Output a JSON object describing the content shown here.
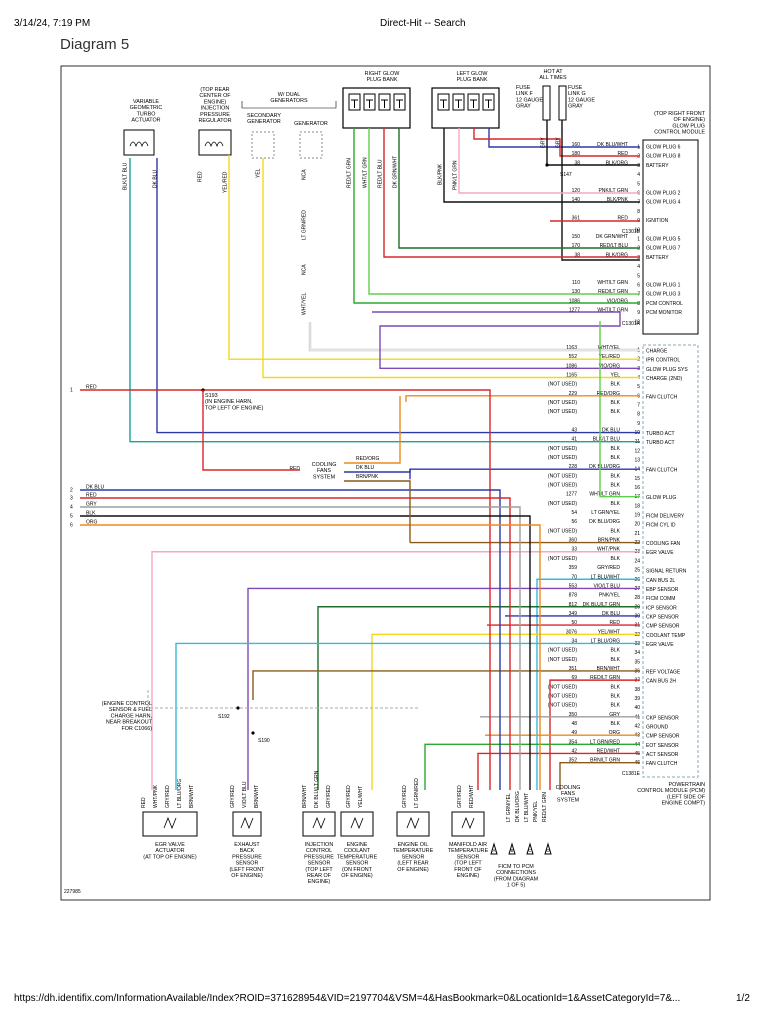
{
  "header": {
    "datetime": "3/14/24, 7:19 PM",
    "page_title": "Direct-Hit -- Search"
  },
  "diagram_title": "Diagram 5",
  "footer": {
    "url": "https://dh.identifix.com/InformationAvailable/Index?ROID=371628954&VID=2197704&VSM=4&HasBookmark=0&LocationId=1&AssetCategoryId=7&...",
    "page": "1/2",
    "diagram_id": "227985"
  },
  "top_components": {
    "vgt": [
      "VARIABLE",
      "GEOMETRIC",
      "TURBO",
      "ACTUATOR"
    ],
    "ipr": [
      "(TOP REAR",
      "CENTER OF",
      "ENGINE)",
      "INJECTION",
      "PRESSURE",
      "REGULATOR"
    ],
    "dual_gen": [
      "W/ DUAL",
      "GENERATORS"
    ],
    "sec_gen": [
      "SECONDARY",
      "GENERATOR"
    ],
    "gen": "GENERATOR",
    "right_glow": [
      "RIGHT GLOW",
      "PLUG BANK"
    ],
    "left_glow": [
      "LEFT GLOW",
      "PLUG BANK"
    ],
    "hot": [
      "HOT AT",
      "ALL TIMES"
    ],
    "fuse_f": [
      "FUSE",
      "LINK F",
      "12 GAUGE",
      "GRAY"
    ],
    "fuse_g": [
      "FUSE",
      "LINK G",
      "12 GAUGE",
      "GRAY"
    ],
    "gpcm": [
      "(TOP RIGHT FRONT",
      "OF ENGINE)",
      "GLOW PLUG",
      "CONTROL MODULE"
    ]
  },
  "vertical_labels": [
    {
      "text": "BLK/LT BLU"
    },
    {
      "text": "DK BLU"
    },
    {
      "text": "RED"
    },
    {
      "text": "YEL/RED"
    },
    {
      "text": "YEL"
    },
    {
      "text": "NCA"
    },
    {
      "text": "LT GRN/RED"
    },
    {
      "text": "NCA"
    },
    {
      "text": "WHT/YEL"
    },
    {
      "text": "RED/LT GRN"
    },
    {
      "text": "WHT/LT GRN"
    },
    {
      "text": "RED/LT BLU"
    },
    {
      "text": "DK GRN/WHT"
    },
    {
      "text": "BLK/PNK"
    },
    {
      "text": "PNK/LT GRN"
    },
    {
      "text": "GRY"
    },
    {
      "text": "GRY"
    }
  ],
  "glow_rows": [
    {
      "circuit": "160",
      "color": "DK BLU/WHT",
      "pin": "1",
      "func": "GLOW PLUG 6"
    },
    {
      "circuit": "180",
      "color": "RED",
      "pin": "2",
      "func": "GLOW PLUG 8"
    },
    {
      "circuit": "38",
      "color": "BLK/ORG",
      "pin": "3",
      "func": "BATTERY"
    },
    {
      "circuit": "",
      "color": "",
      "pin": "4",
      "func": ""
    },
    {
      "circuit": "",
      "color": "",
      "pin": "5",
      "func": ""
    },
    {
      "circuit": "120",
      "color": "PNK/LT GRN",
      "pin": "6",
      "func": "GLOW PLUG 2"
    },
    {
      "circuit": "140",
      "color": "BLK/PNK",
      "pin": "7",
      "func": "GLOW PLUG 4"
    },
    {
      "circuit": "",
      "color": "",
      "pin": "8",
      "func": ""
    },
    {
      "circuit": "361",
      "color": "RED",
      "pin": "9",
      "func": "IGNITION"
    },
    {
      "circuit": "",
      "color": "",
      "pin": "10",
      "func": ""
    },
    {
      "circuit": "150",
      "color": "DK GRN/WHT",
      "pin": "1",
      "func": "GLOW PLUG 5"
    },
    {
      "circuit": "170",
      "color": "RED/LT BLU",
      "pin": "2",
      "func": "GLOW PLUG 7"
    },
    {
      "circuit": "38",
      "color": "BLK/ORG",
      "pin": "3",
      "func": "BATTERY"
    },
    {
      "circuit": "",
      "color": "",
      "pin": "4",
      "func": ""
    },
    {
      "circuit": "",
      "color": "",
      "pin": "5",
      "func": ""
    },
    {
      "circuit": "110",
      "color": "WHT/LT GRN",
      "pin": "6",
      "func": "GLOW PLUG 1"
    },
    {
      "circuit": "130",
      "color": "RED/LT GRN",
      "pin": "7",
      "func": "GLOW PLUG 3"
    },
    {
      "circuit": "1086",
      "color": "VIO/ORG",
      "pin": "8",
      "func": "PCM CONTROL"
    },
    {
      "circuit": "1277",
      "color": "WHT/LT GRN",
      "pin": "9",
      "func": "PCM MONITOR"
    },
    {
      "circuit": "",
      "color": "",
      "pin": "10",
      "func": ""
    }
  ],
  "conn_labels": [
    "C1301B",
    "C1301A",
    "C1381E",
    "S147"
  ],
  "pcm_rows": [
    {
      "circuit": "1163",
      "color": "WHT/YEL",
      "pin": "1",
      "func": "CHARGE"
    },
    {
      "circuit": "552",
      "color": "YEL/RED",
      "pin": "2",
      "func": "IPR CONTROL"
    },
    {
      "circuit": "1086",
      "color": "VIO/ORG",
      "pin": "3",
      "func": "GLOW PLUG SYS"
    },
    {
      "circuit": "1165",
      "color": "YEL",
      "pin": "4",
      "func": "CHARGE (2ND)"
    },
    {
      "circuit": "(NOT USED)",
      "color": "BLK",
      "pin": "5",
      "func": ""
    },
    {
      "circuit": "229",
      "color": "RED/ORG",
      "pin": "6",
      "func": "FAN CLUTCH"
    },
    {
      "circuit": "(NOT USED)",
      "color": "BLK",
      "pin": "7",
      "func": ""
    },
    {
      "circuit": "(NOT USED)",
      "color": "BLK",
      "pin": "8",
      "func": ""
    },
    {
      "circuit": "",
      "color": "",
      "pin": "9",
      "func": ""
    },
    {
      "circuit": "43",
      "color": "DK BLU",
      "pin": "10",
      "func": "TURBO ACT"
    },
    {
      "circuit": "41",
      "color": "BLK/LT BLU",
      "pin": "11",
      "func": "TURBO ACT"
    },
    {
      "circuit": "(NOT USED)",
      "color": "BLK",
      "pin": "12",
      "func": ""
    },
    {
      "circuit": "(NOT USED)",
      "color": "BLK",
      "pin": "13",
      "func": ""
    },
    {
      "circuit": "228",
      "color": "DK BLU/ORG",
      "pin": "14",
      "func": "FAN CLUTCH"
    },
    {
      "circuit": "(NOT USED)",
      "color": "BLK",
      "pin": "15",
      "func": ""
    },
    {
      "circuit": "(NOT USED)",
      "color": "BLK",
      "pin": "16",
      "func": ""
    },
    {
      "circuit": "1277",
      "color": "WHT/LT GRN",
      "pin": "17",
      "func": "GLOW PLUG"
    },
    {
      "circuit": "(NOT USED)",
      "color": "BLK",
      "pin": "18",
      "func": ""
    },
    {
      "circuit": "54",
      "color": "LT GRN/YEL",
      "pin": "19",
      "func": "FICM DELIVERY"
    },
    {
      "circuit": "56",
      "color": "DK BLU/ORG",
      "pin": "20",
      "func": "FICM CYL ID"
    },
    {
      "circuit": "(NOT USED)",
      "color": "BLK",
      "pin": "21",
      "func": ""
    },
    {
      "circuit": "360",
      "color": "BRN/PNK",
      "pin": "22",
      "func": "COOLING FAN"
    },
    {
      "circuit": "33",
      "color": "WHT/PNK",
      "pin": "23",
      "func": "EGR VALVE"
    },
    {
      "circuit": "(NOT USED)",
      "color": "BLK",
      "pin": "24",
      "func": ""
    },
    {
      "circuit": "359",
      "color": "GRY/RED",
      "pin": "25",
      "func": "SIGNAL RETURN"
    },
    {
      "circuit": "70",
      "color": "LT BLU/WHT",
      "pin": "26",
      "func": "CAN BUS 2L"
    },
    {
      "circuit": "553",
      "color": "VIO/LT BLU",
      "pin": "27",
      "func": "EBP SENSOR"
    },
    {
      "circuit": "878",
      "color": "PNK/YEL",
      "pin": "28",
      "func": "FICM COMM"
    },
    {
      "circuit": "812",
      "color": "DK BLU/LT GRN",
      "pin": "29",
      "func": "ICP SENSOR"
    },
    {
      "circuit": "349",
      "color": "DK BLU",
      "pin": "30",
      "func": "CKP SENSOR"
    },
    {
      "circuit": "50",
      "color": "RED",
      "pin": "31",
      "func": "CMP SENSOR"
    },
    {
      "circuit": "3076",
      "color": "YEL/WHT",
      "pin": "32",
      "func": "COOLANT TEMP"
    },
    {
      "circuit": "34",
      "color": "LT BLU/ORG",
      "pin": "33",
      "func": "EGR VALVE"
    },
    {
      "circuit": "(NOT USED)",
      "color": "BLK",
      "pin": "34",
      "func": ""
    },
    {
      "circuit": "(NOT USED)",
      "color": "BLK",
      "pin": "35",
      "func": ""
    },
    {
      "circuit": "351",
      "color": "BRN/WHT",
      "pin": "36",
      "func": "REF VOLTAGE"
    },
    {
      "circuit": "69",
      "color": "RED/LT GRN",
      "pin": "37",
      "func": "CAN BUS 2H"
    },
    {
      "circuit": "(NOT USED)",
      "color": "BLK",
      "pin": "38",
      "func": ""
    },
    {
      "circuit": "(NOT USED)",
      "color": "BLK",
      "pin": "39",
      "func": ""
    },
    {
      "circuit": "(NOT USED)",
      "color": "BLK",
      "pin": "40",
      "func": ""
    },
    {
      "circuit": "350",
      "color": "GRY",
      "pin": "41",
      "func": "CKP SENSOR"
    },
    {
      "circuit": "48",
      "color": "BLK",
      "pin": "42",
      "func": "GROUND"
    },
    {
      "circuit": "49",
      "color": "ORG",
      "pin": "43",
      "func": "CMP SENSOR"
    },
    {
      "circuit": "354",
      "color": "LT GRN/RED",
      "pin": "44",
      "func": "EOT SENSOR"
    },
    {
      "circuit": "42",
      "color": "RED/WHT",
      "pin": "45",
      "func": "ACT SENSOR"
    },
    {
      "circuit": "352",
      "color": "BRN/LT GRN",
      "pin": "46",
      "func": "FAN CLUTCH"
    }
  ],
  "pcm_label": [
    "POWERTRAIN",
    "CONTROL MODULE (PCM)",
    "(LEFT SIDE OF",
    "ENGINE COMPT)"
  ],
  "left_wires": [
    {
      "num": "1",
      "color": "RED"
    },
    {
      "num": "2",
      "color": "DK BLU"
    },
    {
      "num": "3",
      "color": "RED"
    },
    {
      "num": "4",
      "color": "GRY"
    },
    {
      "num": "5",
      "color": "BLK"
    },
    {
      "num": "6",
      "color": "ORG"
    }
  ],
  "s193": [
    "S193",
    "(IN ENGINE HARN,",
    "TOP LEFT OF ENGINE)"
  ],
  "cooling_fans": {
    "label": [
      "COOLING",
      "FANS",
      "SYSTEM"
    ],
    "wires": [
      "RED",
      "RED/ORG",
      "DK BLU",
      "BRN/PNK"
    ]
  },
  "ecs_harness": [
    "(ENGINE CONTROL",
    "SENSOR & FUEL",
    "CHARGE HARN,",
    "NEAR BREAKOUT",
    "FOR C1066)"
  ],
  "splices": [
    "S192",
    "S190"
  ],
  "bottom_sensors": [
    {
      "name": [
        "EGR VALVE",
        "ACTUATOR",
        "(AT TOP OF ENGINE)"
      ],
      "wires": [
        "RED",
        "WHT/PNK",
        "GRY/RED",
        "LT BLU/ORG",
        "BRN/WHT"
      ]
    },
    {
      "name": [
        "EXHAUST",
        "BACK",
        "PRESSURE",
        "SENSOR",
        "(LEFT FRONT",
        "OF ENGINE)"
      ],
      "wires": [
        "GRY/RED",
        "VIO/LT BLU",
        "BRN/WHT"
      ]
    },
    {
      "name": [
        "INJECTION",
        "CONTROL",
        "PRESSURE",
        "SENSOR",
        "(TOP LEFT",
        "REAR OF",
        "ENGINE)"
      ],
      "wires": [
        "BRN/WHT",
        "DK BLU/LT GRN",
        "GRY/RED"
      ]
    },
    {
      "name": [
        "ENGINE",
        "COOLANT",
        "TEMPERATURE",
        "SENSOR",
        "(ON FRONT",
        "OF ENGINE)"
      ],
      "wires": [
        "GRY/RED",
        "YEL/WHT"
      ]
    },
    {
      "name": [
        "ENGINE OIL",
        "TEMPERATURE",
        "SENSOR",
        "(LEFT REAR",
        "OF ENGINE)"
      ],
      "wires": [
        "GRY/RED",
        "LT GRN/RED"
      ]
    },
    {
      "name": [
        "MANIFOLD AIR",
        "TEMPERATURE",
        "SENSOR",
        "(TOP LEFT",
        "FRONT OF",
        "ENGINE)"
      ],
      "wires": [
        "GRY/RED",
        "RED/WHT"
      ]
    }
  ],
  "ficm": {
    "wires": [
      "LT GRN/YEL",
      "DK BLU/ORG",
      "LT BLU/WHT",
      "PNK/YEL",
      "RED/LT GRN"
    ],
    "label": [
      "FICM TO PCM",
      "CONNECTIONS",
      "(FROM DIAGRAM",
      "1 OF 5)"
    ],
    "cooling": [
      "COOLING",
      "FANS",
      "SYSTEM"
    ],
    "conn_letters": [
      "A",
      "B",
      "C",
      "D"
    ]
  },
  "wire_colors": {
    "red": "#d8262b",
    "dkblu": "#2b39a8",
    "ltblu": "#38b8d8",
    "grn": "#2aa82e",
    "dkgrn": "#1d6e2a",
    "ltgrn": "#5fd04a",
    "yel": "#f3d81e",
    "org": "#ee8a1d",
    "brn": "#8a5a1c",
    "pnk": "#f6a7c8",
    "vio": "#7e49b7",
    "gry": "#9e9e9e",
    "blk": "#111111",
    "wht": "#ffffff",
    "teal": "#1aa19a"
  }
}
